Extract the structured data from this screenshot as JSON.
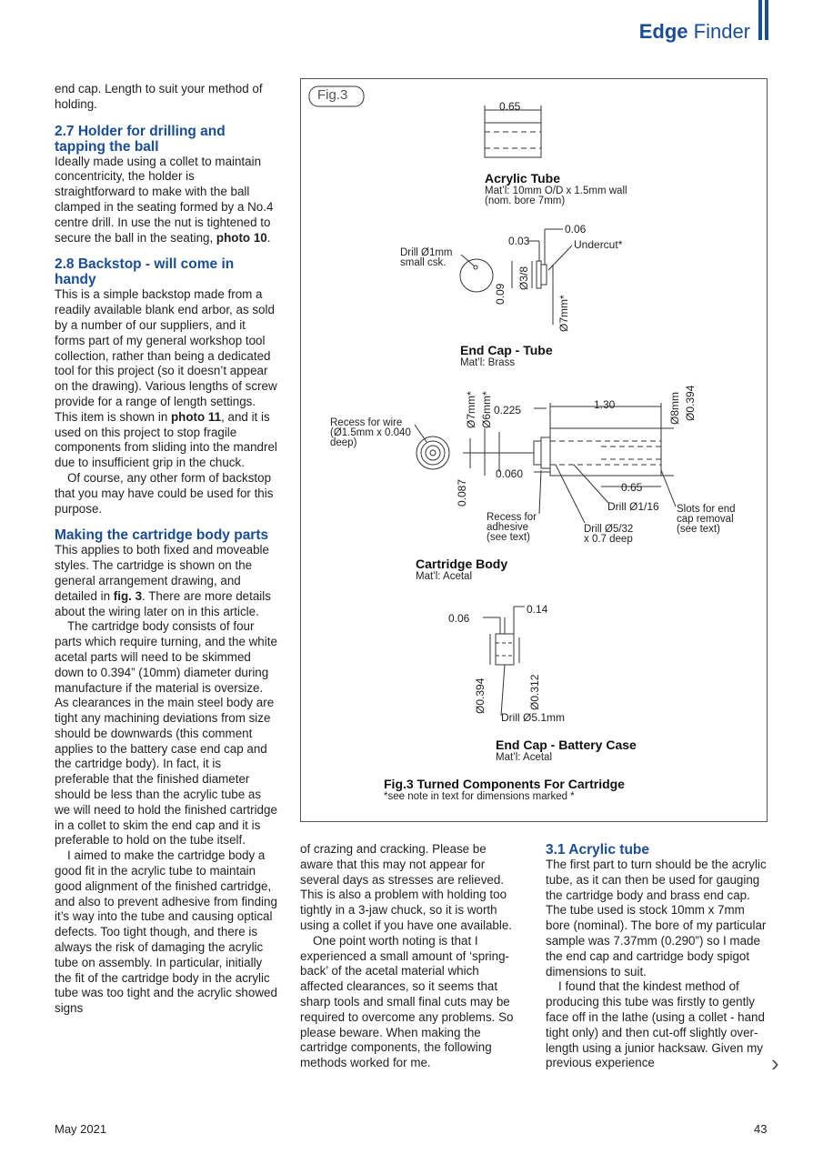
{
  "header": {
    "brand_bold": "Edge",
    "brand_light": "Finder"
  },
  "col1": {
    "p0": "end cap. Length to suit your method of holding.",
    "h1": "2.7 Holder for drilling and tapping the ball",
    "p1a": "Ideally made using a collet to maintain concentricity, the holder is straightforward to make with the ball clamped in the seating formed by a No.4 centre drill. In use the nut is tightened to secure the ball in the seating, ",
    "p1b": "photo 10",
    "p1c": ".",
    "h2": "2.8 Backstop - will come in handy",
    "p2a": "This is a simple backstop made from a readily available blank end arbor, as sold by a number of our suppliers, and it forms part of my general workshop tool collection, rather than being a dedicated tool for this project (so it doesn’t appear on the drawing). Various lengths of screw provide for a range of length settings. This item is shown in ",
    "p2b": "photo 11",
    "p2c": ", and it is used on this project to stop fragile components from sliding into the mandrel due to insufficient grip in the chuck.",
    "p3": "Of course, any other form of backstop that you may have could be used for this purpose.",
    "h3": "Making the cartridge body parts",
    "p4a": "This applies to both fixed and moveable styles. The cartridge is shown on the general arrangement drawing, and detailed in ",
    "p4b": "fig. 3",
    "p4c": ". There are more details about the wiring later on in this article.",
    "p5": "The cartridge body consists of four parts which require turning, and the white acetal parts will need to be skimmed down to 0.394” (10mm) diameter during manufacture if the material is oversize. As clearances in the main steel body are tight any machining deviations from size should be downwards (this comment applies to the battery case end cap and the cartridge body). In fact, it is preferable that the finished diameter should be less than the acrylic tube as we will need to hold the finished cartridge in a collet to skim the end cap and it is preferable to hold on the tube itself.",
    "p6": "I aimed to make the cartridge body a good fit in the acrylic tube to maintain good alignment of the finished cartridge, and also to prevent adhesive from finding it’s way into the tube and causing optical defects. Too tight though, and there is always the risk of damaging the acrylic tube on assembly. In particular, initially the fit of the cartridge body in the acrylic tube was too tight and the acrylic showed signs"
  },
  "col2": {
    "p1": "of crazing and cracking. Please be aware that this may not appear for several days as stresses are relieved. This is also a problem with holding too tightly in a 3-jaw chuck, so it is worth using a collet if you have one available.",
    "p2": "One point worth noting is that I experienced a small amount of ‘spring-back’ of the acetal material which affected clearances, so it seems that sharp tools and small final cuts may be required to overcome any problems. So please beware. When making the cartridge components, the following methods worked for me."
  },
  "col3": {
    "h": "3.1 Acrylic tube",
    "p1": "The first part to turn should be the acrylic tube, as it can then be used for gauging the cartridge body and brass end cap. The tube used is stock 10mm x 7mm bore (nominal). The bore of my particular sample was 7.37mm (0.290”) so I made the end cap and cartridge body spigot dimensions to suit.",
    "p2": "I found that the kindest method of producing this tube was firstly to gently face off in the lathe (using a collet - hand tight only) and then cut-off slightly over-length using a junior hacksaw. Given my previous experience"
  },
  "figure": {
    "tag": "Fig.3",
    "acrylic": {
      "dim_len": "0.65",
      "title": "Acrylic Tube",
      "mat1": "Mat’l: 10mm O/D x 1.5mm wall",
      "mat2": "(nom. bore 7mm)"
    },
    "endcap_tube": {
      "drill": "Drill Ø1mm\nsmall csk.",
      "d003": "0.03",
      "d006": "0.06",
      "undercut": "Undercut*",
      "d009": "0.09",
      "d38": "Ø3/8",
      "d7": "Ø7mm*",
      "title": "End Cap - Tube",
      "mat": "Mat’l: Brass"
    },
    "body": {
      "recess_wire": "Recess for wire\n(Ø1.5mm x 0.040\ndeep)",
      "d7": "Ø7mm*",
      "d6": "Ø6mm*",
      "d0225": "0.225",
      "d130": "1.30",
      "d8": "Ø8mm",
      "d0394": "Ø0.394",
      "d0060": "0.060",
      "d065": "0.65",
      "d0087": "0.087",
      "drill116": "Drill Ø1/16",
      "recess_adh": "Recess for\nadhesive\n(see text)",
      "drill532": "Drill Ø5/32\nx 0.7 deep",
      "slots": "Slots for end\ncap removal\n(see text)",
      "title": "Cartridge Body",
      "mat": "Mat’l: Acetal"
    },
    "battery_cap": {
      "d006": "0.06",
      "d014": "0.14",
      "d0394": "Ø0.394",
      "d0312": "Ø0.312",
      "drill": "Drill Ø5.1mm",
      "title": "End Cap - Battery Case",
      "mat": "Mat’l: Acetal"
    },
    "caption": "Fig.3 Turned Components For Cartridge",
    "note": "*see note in text for dimensions marked *"
  },
  "footer": {
    "date": "May 2021",
    "page": "43",
    "next_arrow": "›"
  }
}
